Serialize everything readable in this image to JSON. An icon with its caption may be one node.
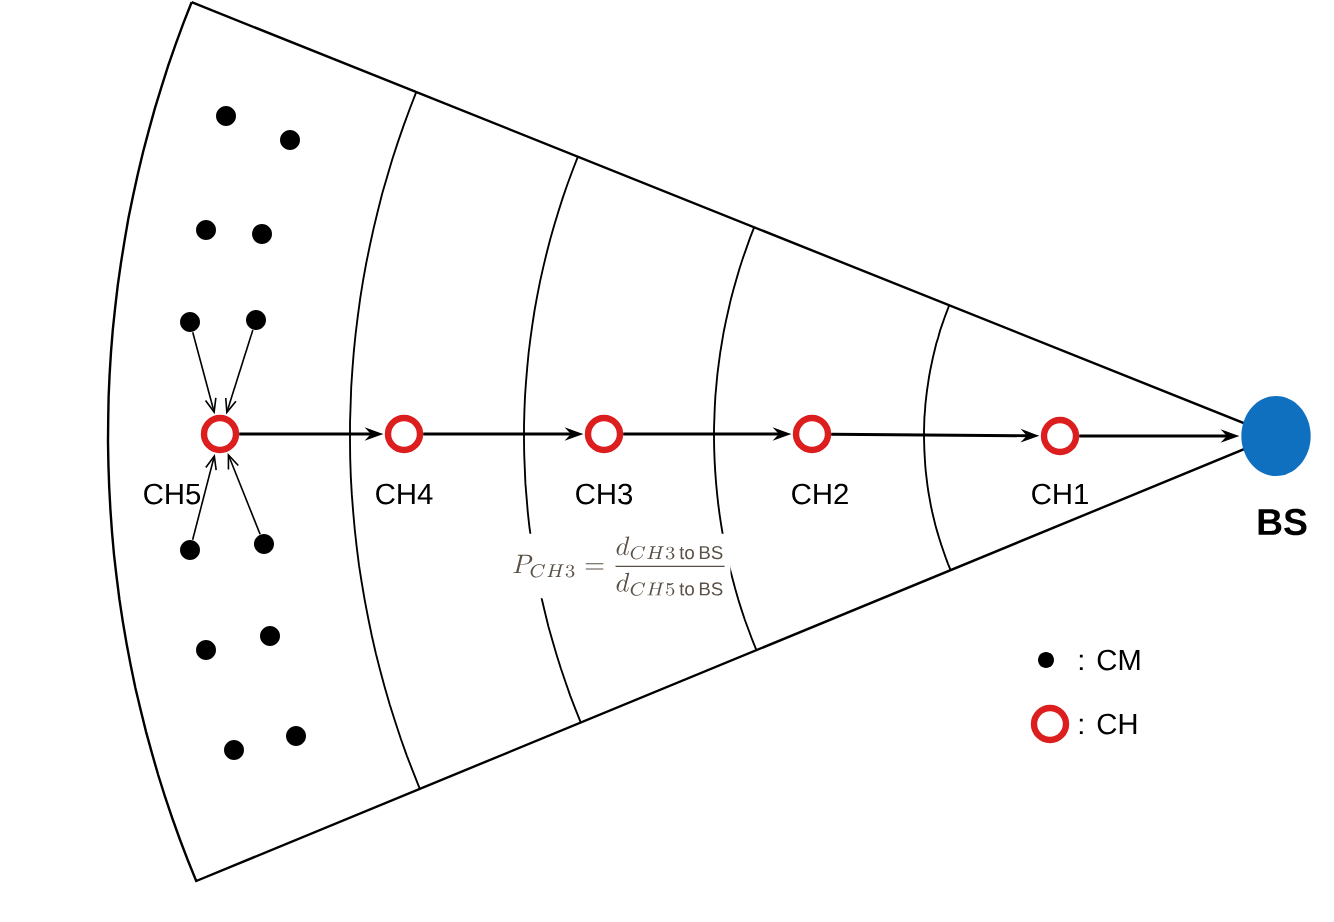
{
  "diagram": {
    "nodes": [
      {
        "text": [
          "CH5"
        ]
      },
      {
        "text": [
          "CH4"
        ]
      },
      {
        "text": [
          "CH3"
        ]
      },
      {
        "text": [
          "CH2"
        ]
      },
      {
        "text": [
          "CH1"
        ]
      },
      {
        "text": [
          "BS"
        ]
      },
      {
        "text": [],
        "shape": "circle"
      },
      {
        "text": [],
        "shape": "circle"
      },
      {
        "text": [],
        "shape": "circle"
      },
      {
        "text": [],
        "shape": "circle"
      },
      {
        "text": [],
        "shape": "circle"
      },
      {
        "text": [],
        "shape": "circle"
      },
      {
        "text": [],
        "shape": "circle"
      },
      {
        "text": [],
        "shape": "circle"
      },
      {
        "text": [],
        "shape": "circle"
      },
      {
        "text": [],
        "shape": "circle"
      },
      {
        "text": [],
        "shape": "circle"
      },
      {
        "text": [],
        "shape": "circle"
      }
    ],
    "edges": [
      {
        "from": 10,
        "to": 0,
        "arrow": "to"
      },
      {
        "from": 11,
        "to": 0,
        "arrow": "to"
      },
      {
        "from": 12,
        "to": 0,
        "arrow": "to"
      },
      {
        "from": 13,
        "to": 0,
        "arrow": "to"
      },
      {
        "from": 0,
        "to": 1,
        "arrow": "to"
      },
      {
        "from": 1,
        "to": 2,
        "arrow": "to"
      },
      {
        "from": 2,
        "to": 3,
        "arrow": "to"
      },
      {
        "from": 3,
        "to": 4,
        "arrow": "to"
      },
      {
        "from": 4,
        "to": 5,
        "arrow": "to"
      }
    ],
    "labels": [
      "P_{CH3} = \\frac{d_{CH3\\,\\mathrm{to}\\,\\mathrm{BS}}}{d_{CH5\\,\\mathrm{to}\\,\\mathrm{BS}}}"
    ],
    "legend": [
      {
        "text": ": CM"
      },
      {
        "text": ": CH"
      }
    ]
  }
}
